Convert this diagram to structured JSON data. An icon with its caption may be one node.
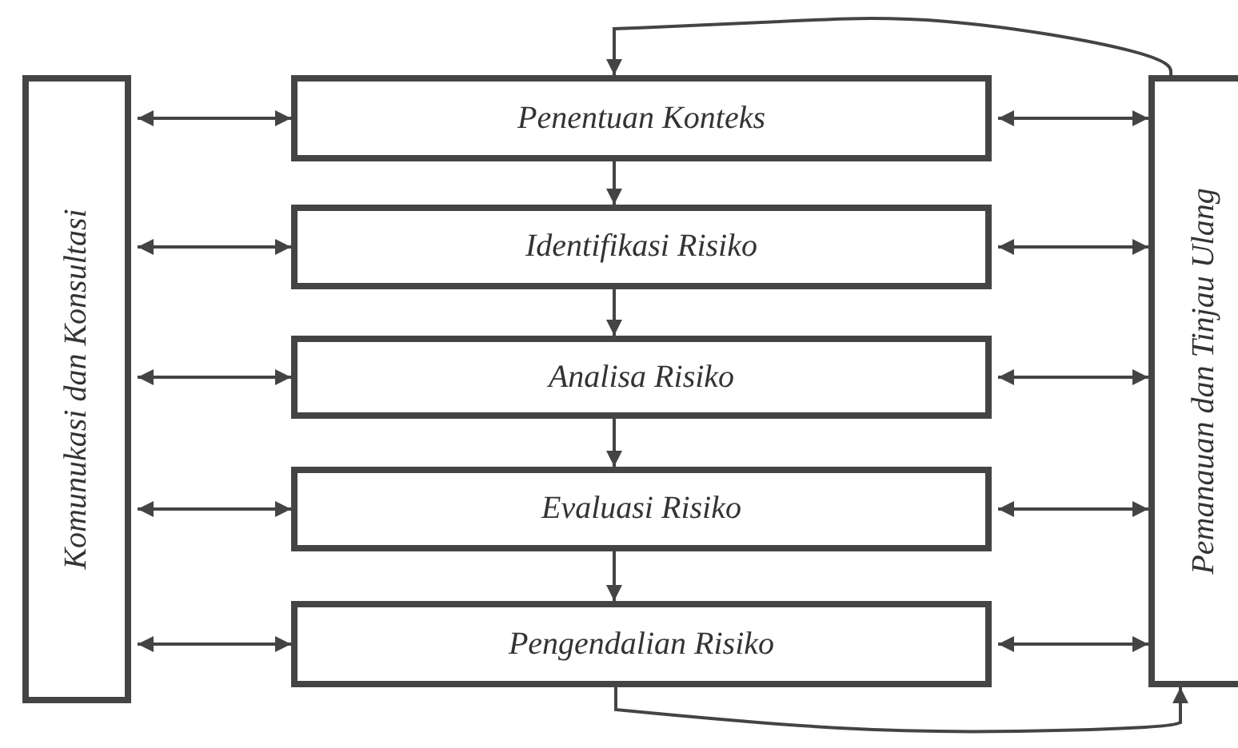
{
  "diagram": {
    "nodes": [
      {
        "text": [
          "Komunukasi dan Konsultasi"
        ]
      },
      {
        "text": [
          "Penentuan Konteks"
        ]
      },
      {
        "text": [
          "Identifikasi Risiko"
        ]
      },
      {
        "text": [
          "Analisa Risiko"
        ]
      },
      {
        "text": [
          "Evaluasi Risiko"
        ]
      },
      {
        "text": [
          "Pengendalian Risiko"
        ]
      },
      {
        "text": [
          "Pemanauan dan Tinjau Ulang"
        ]
      }
    ],
    "edges": [
      {
        "from": 0,
        "to": 1,
        "arrow": "both"
      },
      {
        "from": 0,
        "to": 2,
        "arrow": "both"
      },
      {
        "from": 0,
        "to": 3,
        "arrow": "both"
      },
      {
        "from": 0,
        "to": 4,
        "arrow": "both"
      },
      {
        "from": 0,
        "to": 5,
        "arrow": "both"
      },
      {
        "from": 1,
        "to": 6,
        "arrow": "both"
      },
      {
        "from": 2,
        "to": 6,
        "arrow": "both"
      },
      {
        "from": 3,
        "to": 6,
        "arrow": "both"
      },
      {
        "from": 4,
        "to": 6,
        "arrow": "both"
      },
      {
        "from": 5,
        "to": 6,
        "arrow": "both"
      },
      {
        "from": 1,
        "to": 2,
        "arrow": "to"
      },
      {
        "from": 2,
        "to": 3,
        "arrow": "to"
      },
      {
        "from": 3,
        "to": 4,
        "arrow": "to"
      },
      {
        "from": 4,
        "to": 5,
        "arrow": "to"
      },
      {
        "from": 6,
        "to": 1,
        "arrow": "to"
      },
      {
        "from": 5,
        "to": 6,
        "arrow": "to"
      }
    ]
  }
}
